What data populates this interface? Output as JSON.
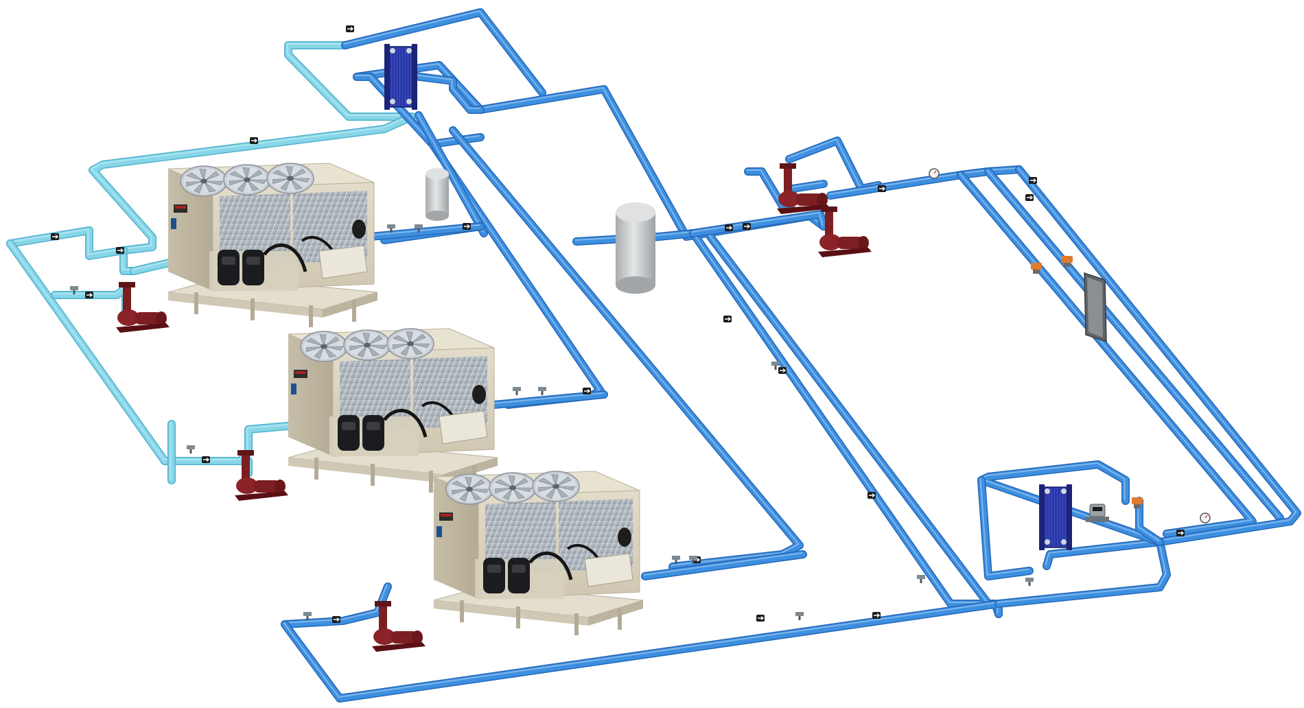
{
  "diagram": {
    "title": "",
    "colors": {
      "chilled_water": "#3d8fe0",
      "chilled_water_shadow": "#2467b8",
      "condenser_water": "#86d6e8",
      "condenser_water_shadow": "#4fb1cc",
      "chiller_casing": "#d9d2bf",
      "chiller_casing_dark": "#b9b19c",
      "coil": "#aeb6bd",
      "fan_guard": "#d8dde2",
      "compressor": "#1b1c1f",
      "pump": "#7d1e22",
      "heat_exchanger": "#2a37a8",
      "tank": "#c9cbcc",
      "valve": "#e07a2c",
      "panel": "#7f8388",
      "background": "#ffffff"
    },
    "chillers": [
      {
        "name": "chiller-1",
        "fans": 3,
        "compressors": 2
      },
      {
        "name": "chiller-2",
        "fans": 3,
        "compressors": 2
      },
      {
        "name": "chiller-3",
        "fans": 3,
        "compressors": 2
      }
    ],
    "pumps": [
      {
        "name": "pump-chiller-1",
        "icon": "pump-icon"
      },
      {
        "name": "pump-chiller-2",
        "icon": "pump-icon"
      },
      {
        "name": "pump-chiller-3",
        "icon": "pump-icon"
      },
      {
        "name": "pump-secondary-1",
        "icon": "pump-icon"
      },
      {
        "name": "pump-secondary-2",
        "icon": "pump-icon"
      }
    ],
    "heat_exchangers": [
      {
        "name": "plate-heat-exchanger-top",
        "icon": "heat-exchanger-icon"
      },
      {
        "name": "plate-heat-exchanger-bottom",
        "icon": "heat-exchanger-icon"
      }
    ],
    "tanks": [
      {
        "name": "expansion-tank-small",
        "icon": "tank-icon"
      },
      {
        "name": "buffer-tank-large",
        "icon": "tank-icon"
      }
    ],
    "other": [
      {
        "name": "terminal-radiator-panel",
        "icon": "panel-icon"
      },
      {
        "name": "control-valve",
        "icon": "valve-icon"
      },
      {
        "name": "pressure-gauge",
        "icon": "gauge-icon"
      },
      {
        "name": "flow-meter",
        "icon": "meter-icon"
      }
    ]
  }
}
